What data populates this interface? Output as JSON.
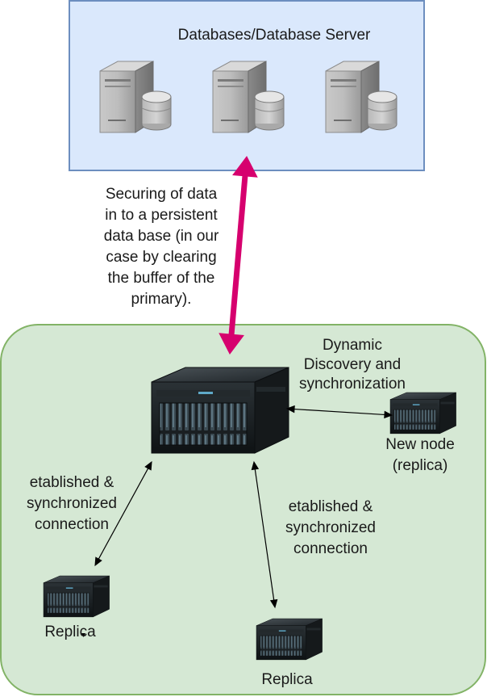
{
  "db_group": {
    "title": "Databases/Database Server",
    "server_count": 3,
    "colors": {
      "fill": "#dae8fc",
      "stroke": "#6c8ebf"
    }
  },
  "persist_label": {
    "lines": [
      "Securing of data",
      "in to a persistent",
      "data base (in our",
      "case by clearing",
      "the buffer of the",
      "primary)."
    ]
  },
  "arrow_color": "#d6006e",
  "cluster": {
    "colors": {
      "fill": "#d5e8d4",
      "stroke": "#82b366"
    },
    "discovery_label": {
      "lines": [
        "Dynamic",
        "Discovery and",
        "synchronization"
      ]
    },
    "new_node_label": {
      "lines": [
        "New node",
        "(replica)"
      ]
    },
    "left_connection_label": {
      "lines": [
        "etablished &",
        "synchronized",
        "connection"
      ]
    },
    "right_connection_label": {
      "lines": [
        "etablished &",
        "synchronized",
        "connection"
      ]
    },
    "replica_left_label": "Replica",
    "replica_bottom_label": "Replica"
  }
}
